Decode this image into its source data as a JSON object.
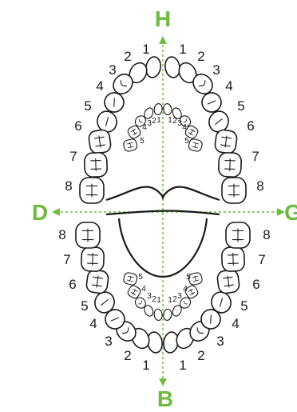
{
  "axis_labels": {
    "top": "H",
    "bottom": "B",
    "left": "D",
    "right": "G"
  },
  "numbers": {
    "upper_left_adult": [
      "1",
      "2",
      "3",
      "4",
      "5",
      "6",
      "7",
      "8"
    ],
    "upper_right_adult": [
      "1",
      "2",
      "3",
      "4",
      "5",
      "6",
      "7",
      "8"
    ],
    "lower_left_adult": [
      "1",
      "2",
      "3",
      "4",
      "5",
      "6",
      "7",
      "8"
    ],
    "lower_right_adult": [
      "1",
      "2",
      "3",
      "4",
      "5",
      "6",
      "7",
      "8"
    ],
    "upper_left_child": [
      "1",
      "2",
      "3",
      "4",
      "5"
    ],
    "upper_right_child": [
      "1",
      "2",
      "3",
      "4",
      "5"
    ],
    "lower_left_child": [
      "1",
      "2",
      "3",
      "4",
      "5"
    ],
    "lower_right_child": [
      "1",
      "2",
      "3",
      "4",
      "5"
    ]
  },
  "colors": {
    "accent": "#6cbb3c",
    "ink": "#1a1a1a"
  }
}
